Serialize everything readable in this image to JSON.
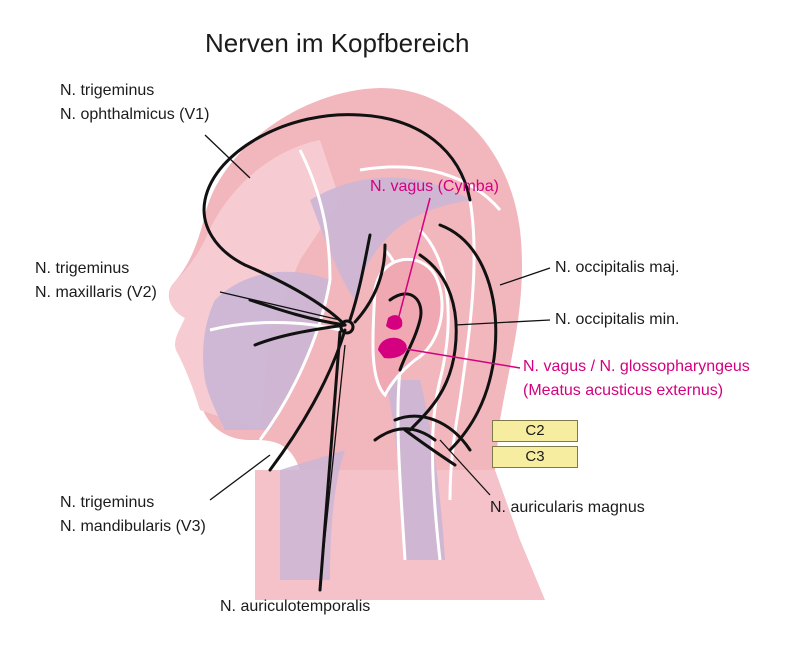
{
  "title": "Nerven im Kopfbereich",
  "labels": {
    "v1_line1": "N. trigeminus",
    "v1_line2": "N. ophthalmicus (V1)",
    "v2_line1": "N. trigeminus",
    "v2_line2": "N. maxillaris (V2)",
    "v3_line1": "N. trigeminus",
    "v3_line2": "N. mandibularis (V3)",
    "auriculotemporalis": "N. auriculotemporalis",
    "vagus_cymba": "N. vagus  (Cymba)",
    "occipitalis_maj": "N. occipitalis maj.",
    "occipitalis_min": "N. occipitalis min.",
    "vagus_glosso_line1": "N. vagus / N. glossopharyngeus",
    "vagus_glosso_line2": "(Meatus acusticus externus)",
    "auricularis_magnus": "N. auricularis magnus",
    "c2": "C2",
    "c3": "C3"
  },
  "colors": {
    "skin": "#f2b6bd",
    "skin_light": "#f7cdd2",
    "lilac_zone": "#c9b6d6",
    "nerve": "#111111",
    "magenta": "#d4007f",
    "box_fill": "#f7eda0"
  }
}
